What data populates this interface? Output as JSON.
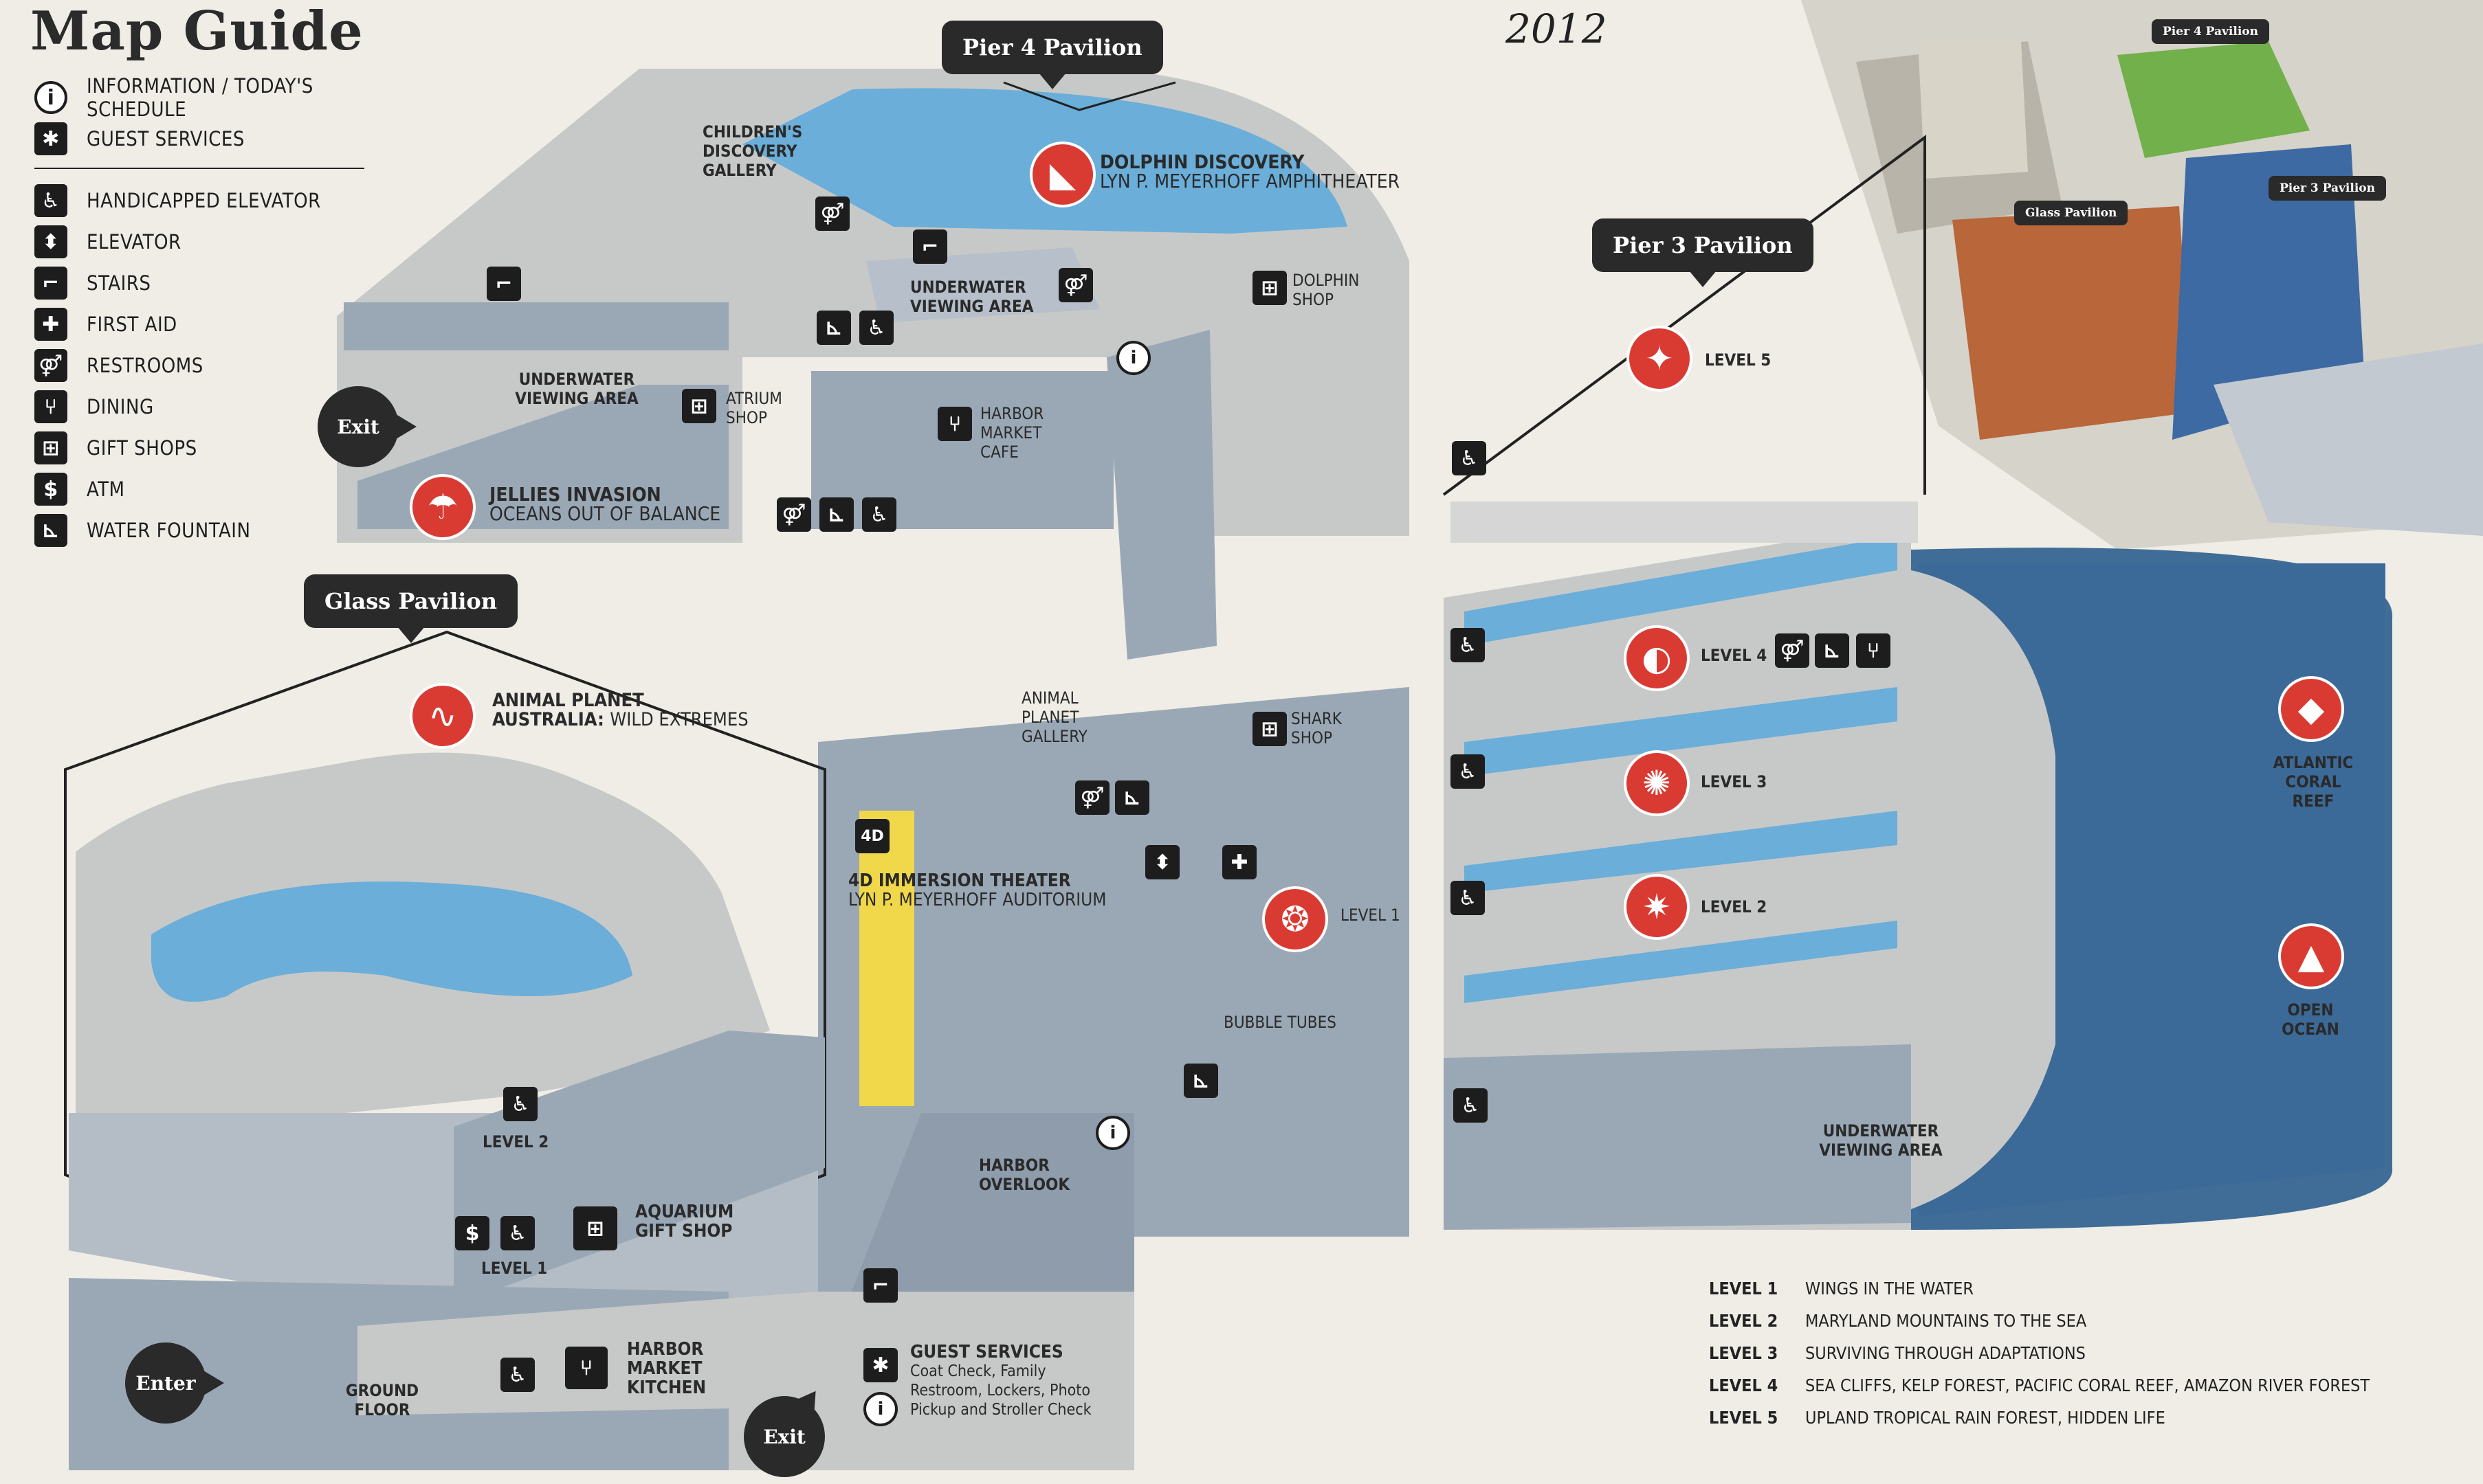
{
  "title": "Map Guide",
  "year_note": "2012",
  "legend": [
    {
      "icon": "info-icon",
      "glyph": "i",
      "label": "INFORMATION / TODAY'S SCHEDULE",
      "style": "round"
    },
    {
      "icon": "asterisk-icon",
      "glyph": "✱",
      "label": "GUEST SERVICES"
    },
    {
      "divider": true
    },
    {
      "icon": "handicapped-elevator-icon",
      "glyph": "♿",
      "label": "HANDICAPPED ELEVATOR"
    },
    {
      "icon": "elevator-icon",
      "glyph": "⬍",
      "label": "ELEVATOR"
    },
    {
      "icon": "stairs-icon",
      "glyph": "⌐",
      "label": "STAIRS"
    },
    {
      "icon": "first-aid-icon",
      "glyph": "✚",
      "label": "FIRST AID"
    },
    {
      "icon": "restrooms-icon",
      "glyph": "⚤",
      "label": "RESTROOMS"
    },
    {
      "icon": "dining-icon",
      "glyph": "⑂",
      "label": "DINING"
    },
    {
      "icon": "gift-shop-icon",
      "glyph": "⊞",
      "label": "GIFT SHOPS"
    },
    {
      "icon": "atm-icon",
      "glyph": "$",
      "label": "ATM"
    },
    {
      "icon": "water-fountain-icon",
      "glyph": "⊾",
      "label": "WATER FOUNTAIN"
    }
  ],
  "callouts": {
    "pier4": "Pier 4 Pavilion",
    "pier3": "Pier 3 Pavilion",
    "glass": "Glass Pavilion"
  },
  "aerial_tags": {
    "pier4": "Pier 4 Pavilion",
    "glass": "Glass Pavilion",
    "pier3": "Pier 3 Pavilion"
  },
  "exhibits": {
    "dolphin": {
      "title": "DOLPHIN DISCOVERY",
      "sub": "LYN P. MEYERHOFF AMPHITHEATER"
    },
    "jellies": {
      "title": "JELLIES INVASION",
      "sub": "OCEANS OUT OF BALANCE"
    },
    "animal_planet": {
      "title": "ANIMAL PLANET",
      "title2": "AUSTRALIA:",
      "sub": "WILD EXTREMES"
    },
    "theater": {
      "title": "4D IMMERSION THEATER",
      "sub": "LYN P. MEYERHOFF AUDITORIUM"
    },
    "atlantic": "ATLANTIC CORAL REEF",
    "open_ocean": "OPEN OCEAN"
  },
  "labels": {
    "childrens": "CHILDREN'S DISCOVERY GALLERY",
    "uw_viewing_p4a": "UNDERWATER VIEWING AREA",
    "uw_viewing_p4b": "UNDERWATER VIEWING AREA",
    "dolphin_shop": "DOLPHIN SHOP",
    "atrium_shop": "ATRIUM SHOP",
    "harbor_cafe": "HARBOR MARKET CAFE",
    "animal_gallery": "ANIMAL PLANET GALLERY",
    "shark_shop": "SHARK SHOP",
    "level1_center": "LEVEL 1",
    "bubble_tubes": "BUBBLE TUBES",
    "harbor_overlook": "HARBOR OVERLOOK",
    "uw_viewing_p3": "UNDERWATER VIEWING AREA",
    "glass_level2": "LEVEL 2",
    "glass_level1": "LEVEL 1",
    "aquarium_gift": "AQUARIUM GIFT SHOP",
    "ground_floor": "GROUND FLOOR",
    "harbor_kitchen": "HARBOR MARKET KITCHEN",
    "guest_services": "GUEST SERVICES",
    "guest_services_sub": "Coat Check, Family Restroom, Lockers, Photo Pickup and Stroller Check",
    "p3_level5": "LEVEL 5",
    "p3_level4": "LEVEL 4",
    "p3_level3": "LEVEL 3",
    "p3_level2": "LEVEL 2"
  },
  "exits": {
    "exit_top": "Exit",
    "enter": "Enter",
    "exit_bottom": "Exit"
  },
  "levels": [
    {
      "level": "LEVEL 1",
      "desc": "WINGS IN THE WATER"
    },
    {
      "level": "LEVEL 2",
      "desc": "MARYLAND MOUNTAINS TO THE SEA"
    },
    {
      "level": "LEVEL 3",
      "desc": "SURVIVING THROUGH ADAPTATIONS"
    },
    {
      "level": "LEVEL 4",
      "desc": "SEA CLIFFS, KELP FOREST, PACIFIC CORAL REEF, AMAZON RIVER FOREST"
    },
    {
      "level": "LEVEL 5",
      "desc": "UPLAND TROPICAL RAIN FOREST, HIDDEN LIFE"
    }
  ],
  "colors": {
    "water": "#6aaed9",
    "floor": "#9aa8b6",
    "wall": "#c7c9c8",
    "accent": "#d93b33",
    "dark": "#2a2a2a",
    "theater": "#f1d84a"
  }
}
